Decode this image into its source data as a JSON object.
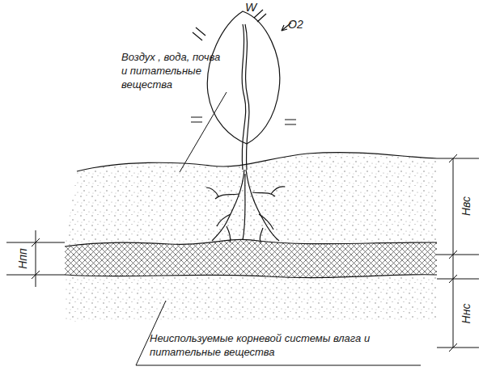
{
  "diagram": {
    "labels": [
      "W",
      "O2",
      "Воздух , вода, почва и питательные вещества",
      "Hвс",
      "Hпп",
      "Hнс",
      "Неиспользуемые корневой системы влага и питательные вещества"
    ]
  }
}
